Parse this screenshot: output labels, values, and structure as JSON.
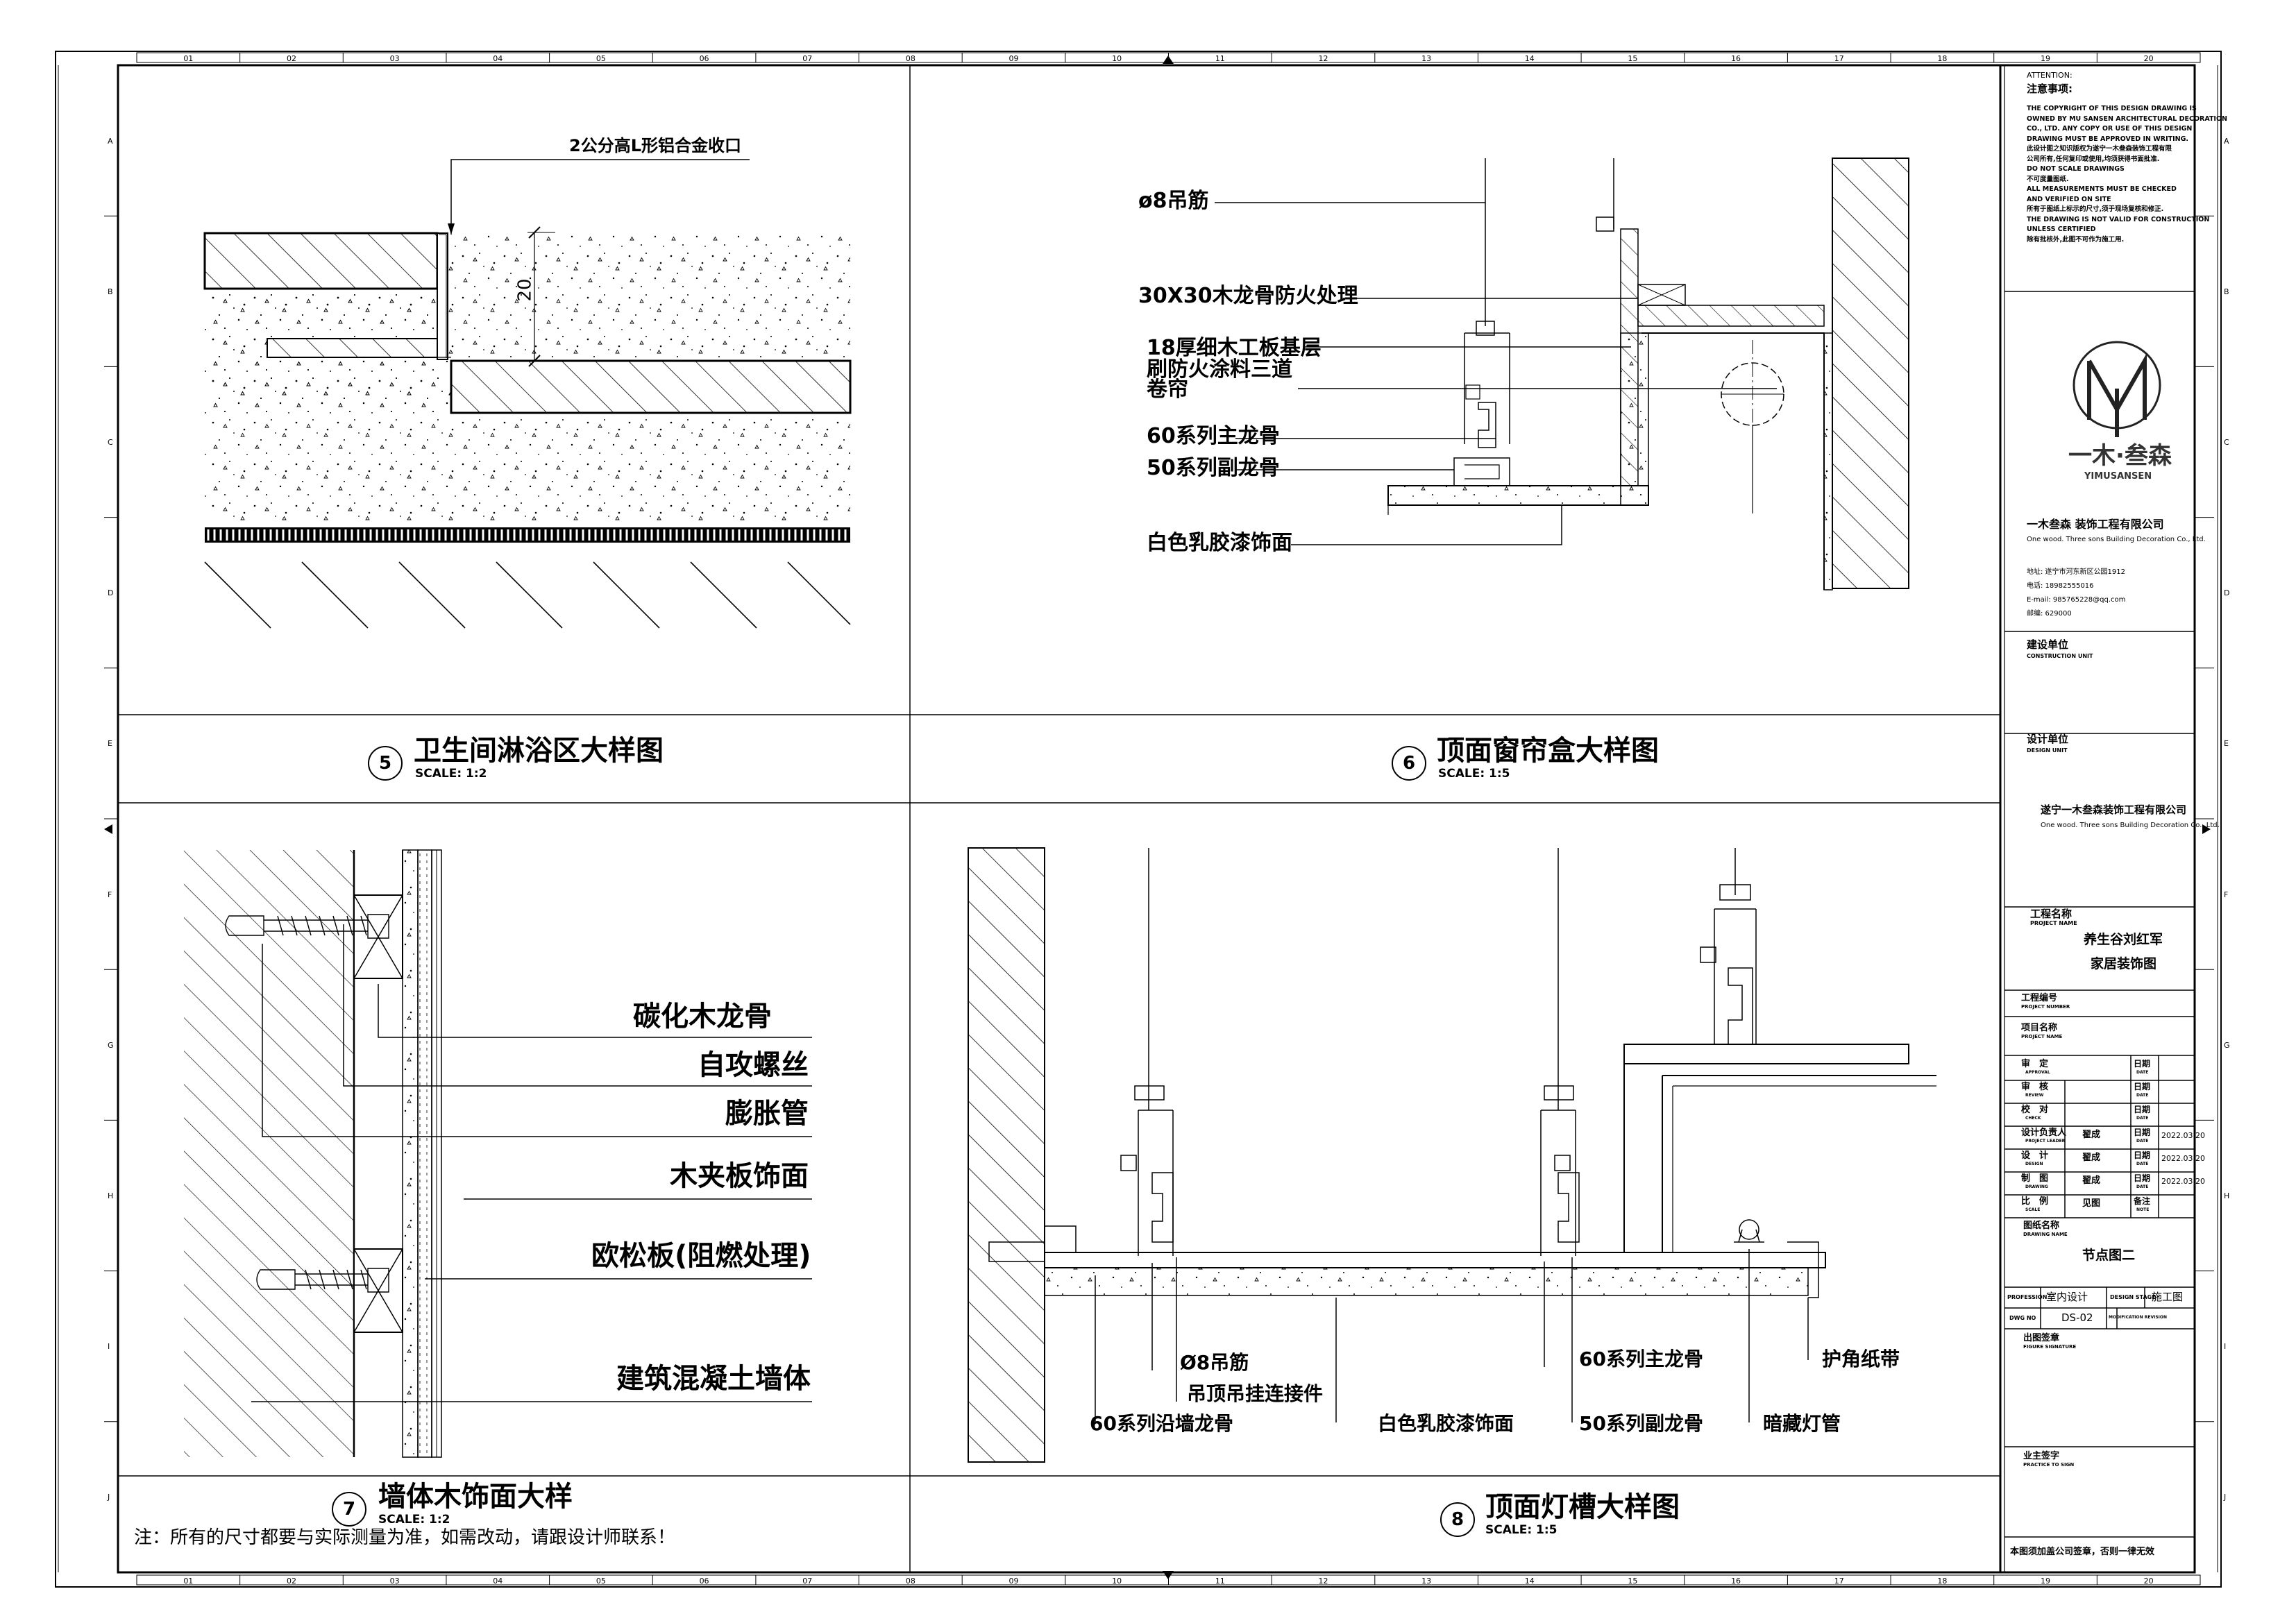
{
  "details": {
    "d5": {
      "num": "5",
      "title": "卫生间淋浴区大样图",
      "scale": "SCALE: 1:2",
      "labels": {
        "trim": "2公分高L形铝合金收口",
        "dim": "20"
      }
    },
    "d6": {
      "num": "6",
      "title": "顶面窗帘盒大样图",
      "scale": "SCALE: 1:5",
      "labels": {
        "rod": "ø8吊筋",
        "keel": "30X30木龙骨防火处理",
        "board1": "18厚细木工板基层",
        "board2": "刷防火涂料三道",
        "blind": "卷帘",
        "main": "60系列主龙骨",
        "sub": "50系列副龙骨",
        "paint": "白色乳胶漆饰面"
      }
    },
    "d7": {
      "num": "7",
      "title": "墙体木饰面大样",
      "scale": "SCALE: 1:2",
      "labels": {
        "carbon": "碳化木龙骨",
        "screw": "自攻螺丝",
        "anchor": "膨胀管",
        "veneer": "木夹板饰面",
        "osb": "欧松板(阻燃处理)",
        "wall": "建筑混凝土墙体"
      }
    },
    "d8": {
      "num": "8",
      "title": "顶面灯槽大样图",
      "scale": "SCALE: 1:5",
      "labels": {
        "rod": "Ø8吊筋",
        "hanger": "吊顶吊挂连接件",
        "wallkeel": "60系列沿墙龙骨",
        "paint": "白色乳胶漆饰面",
        "main": "60系列主龙骨",
        "sub": "50系列副龙骨",
        "tape": "护角纸带",
        "lamp": "暗藏灯管"
      }
    }
  },
  "note": "注：所有的尺寸都要与实际测量为准，如需改动，请跟设计师联系！",
  "grid": {
    "cols": [
      "01",
      "02",
      "03",
      "04",
      "05",
      "06",
      "07",
      "08",
      "09",
      "10",
      "11",
      "12",
      "13",
      "14",
      "15",
      "16",
      "17",
      "18",
      "19",
      "20"
    ],
    "rows": [
      "A",
      "B",
      "C",
      "D",
      "E",
      "F",
      "G",
      "H",
      "I",
      "J"
    ]
  },
  "titleblock": {
    "attention": "ATTENTION:",
    "attention_cn": "注意事项:",
    "notice": [
      "THE COPYRIGHT OF THIS DESIGN DRAWING IS",
      "OWNED BY MU SANSEN ARCHITECTURAL DECORATION",
      "CO., LTD. ANY COPY OR USE OF THIS DESIGN",
      "DRAWING MUST BE APPROVED IN WRITING.",
      "此设计图之知识版权为遂宁一木叁森装饰工程有限",
      "公司所有,任何复印或使用,均须获得书面批准.",
      "DO NOT SCALE DRAWINGS",
      "不可度量图纸.",
      "ALL MEASUREMENTS MUST BE CHECKED",
      "AND VERIFIED ON SITE",
      "所有于图纸上标示的尺寸,须于现场复核和修正.",
      "THE DRAWING IS NOT VALID FOR CONSTRUCTION",
      "UNLESS CERTIFIED",
      "除有批核外,此图不可作为施工用."
    ],
    "logo_text": "一木·叁森",
    "logo_en": "YIMUSANSEN",
    "company": "一木叁森 装饰工程有限公司",
    "company_en": "One wood. Three sons Building Decoration Co., Ltd.",
    "contact": [
      "地址: 遂宁市河东新区公园1912",
      "电话: 18982555016",
      "E-mail: 985765228@qq.com",
      "邮编: 629000"
    ],
    "construction_unit": "建设单位",
    "construction_unit_en": "CONSTRUCTION UNIT",
    "design_unit": "设计单位",
    "design_unit_en": "DESIGN UNIT",
    "design_company": "遂宁一木叁森装饰工程有限公司",
    "design_company_en": "One wood. Three sons Building Decoration Co., Ltd.",
    "project_label": "工程名称",
    "project_label_en": "PROJECT NAME",
    "project_name_1": "养生谷刘红军",
    "project_name_2": "家居装饰图",
    "project_no": "工程编号",
    "project_no_en": "PROJECT NUMBER",
    "item_name": "项目名称",
    "item_name_en": "PROJECT NAME",
    "rows": [
      {
        "cn": "审　定",
        "en": "APPROVAL",
        "name": "",
        "dcn": "日期",
        "den": "DATE",
        "date": ""
      },
      {
        "cn": "审　核",
        "en": "REVIEW",
        "name": "",
        "dcn": "日期",
        "den": "DATE",
        "date": ""
      },
      {
        "cn": "校　对",
        "en": "CHECK",
        "name": "",
        "dcn": "日期",
        "den": "DATE",
        "date": ""
      },
      {
        "cn": "设计负责人",
        "en": "PROJECT LEADER",
        "name": "翟成",
        "dcn": "日期",
        "den": "DATE",
        "date": "2022.03.20"
      },
      {
        "cn": "设　计",
        "en": "DESIGN",
        "name": "翟成",
        "dcn": "日期",
        "den": "DATE",
        "date": "2022.03.20"
      },
      {
        "cn": "制　图",
        "en": "DRAWING",
        "name": "翟成",
        "dcn": "日期",
        "den": "DATE",
        "date": "2022.03.20"
      },
      {
        "cn": "比　例",
        "en": "SCALE",
        "name": "见图",
        "dcn": "备注",
        "den": "NOTE",
        "date": ""
      }
    ],
    "drawing_name": "图纸名称",
    "drawing_name_en": "DRAWING NAME",
    "drawing_title": "节点图二",
    "profession": "PROFESSION",
    "profession_val": "室内设计",
    "design_stage": "DESIGN STAGE",
    "design_stage_val": "施工图",
    "dwg_no": "DWG NO",
    "dwg_no_val": "DS-02",
    "mod": "MODIFICATION REVISION",
    "sign": "出图签章",
    "sign_en": "FIGURE SIGNATURE",
    "owner": "业主签字",
    "owner_en": "PRACTICE TO SIGN",
    "footer": "本图须加盖公司签章，否则一律无效"
  }
}
